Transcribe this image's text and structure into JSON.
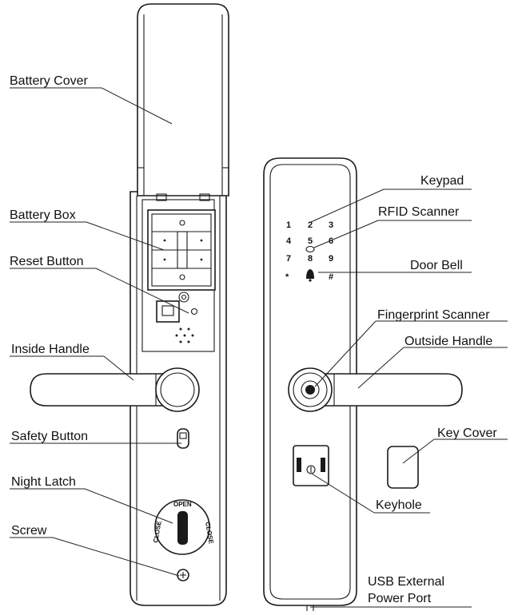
{
  "labels": {
    "battery_cover": "Battery Cover",
    "battery_box": "Battery Box",
    "reset_button": "Reset Button",
    "inside_handle": "Inside Handle",
    "safety_button": "Safety Button",
    "night_latch": "Night Latch",
    "screw": "Screw",
    "keypad": "Keypad",
    "rfid_scanner": "RFID Scanner",
    "door_bell": "Door Bell",
    "fingerprint_scanner": "Fingerprint Scanner",
    "outside_handle": "Outside Handle",
    "key_cover": "Key Cover",
    "keyhole": "Keyhole",
    "usb_line1": "USB External",
    "usb_line2": "Power Port"
  },
  "keypad_keys": [
    "1",
    "2",
    "3",
    "4",
    "5",
    "6",
    "7",
    "8",
    "9",
    "*",
    "#"
  ],
  "dial": {
    "open": "OPEN",
    "close_left": "CLOSE",
    "close_right": "CLOSE"
  }
}
